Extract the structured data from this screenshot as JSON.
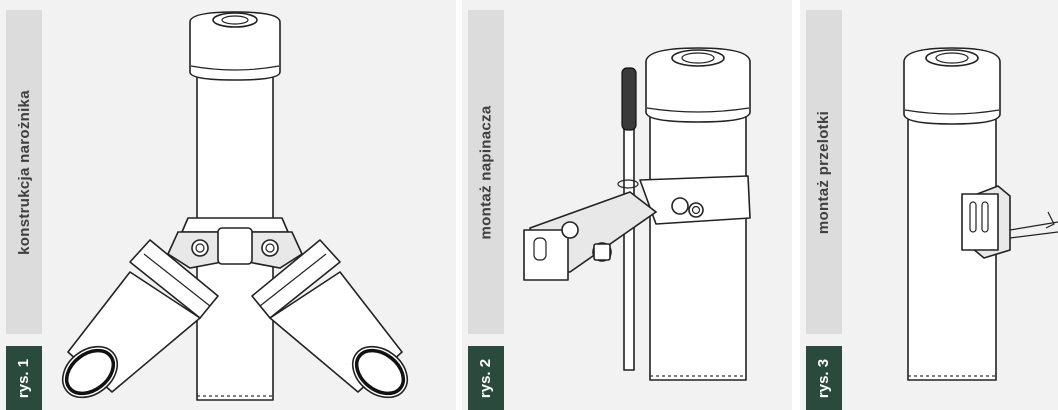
{
  "panels": [
    {
      "caption": "konstrukcja narożnika",
      "figure_label": "rys. 1"
    },
    {
      "caption": "montaż napinacza",
      "figure_label": "rys. 2"
    },
    {
      "caption": "montaż przelotki",
      "figure_label": "rys. 3"
    }
  ],
  "colors": {
    "panel_bg": "#f2f2f2",
    "caption_bg": "#dcdcdc",
    "label_bg": "#2b4a3e",
    "line": "#222222"
  }
}
